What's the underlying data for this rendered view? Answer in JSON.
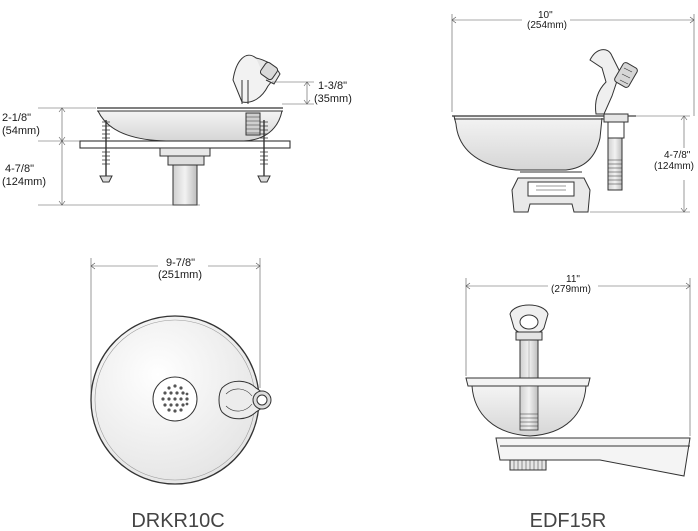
{
  "drawings": {
    "drkr10c_side": {
      "dim_spout_height": "1-3/8\"",
      "dim_spout_height_mm": "(35mm)",
      "dim_bowl_depth": "2-1/8\"",
      "dim_bowl_depth_mm": "(54mm)",
      "dim_below_deck": "4-7/8\"",
      "dim_below_deck_mm": "(124mm)"
    },
    "drkr10c_top": {
      "dim_diameter": "9-7/8\"",
      "dim_diameter_mm": "(251mm)"
    },
    "edf15r_side": {
      "dim_width": "10\"",
      "dim_width_mm": "(254mm)",
      "dim_height": "4-7/8\"",
      "dim_height_mm": "(124mm)"
    },
    "edf15r_front": {
      "dim_width": "11\"",
      "dim_width_mm": "(279mm)"
    }
  },
  "models": {
    "left": "DRKR10C",
    "right": "EDF15R"
  }
}
